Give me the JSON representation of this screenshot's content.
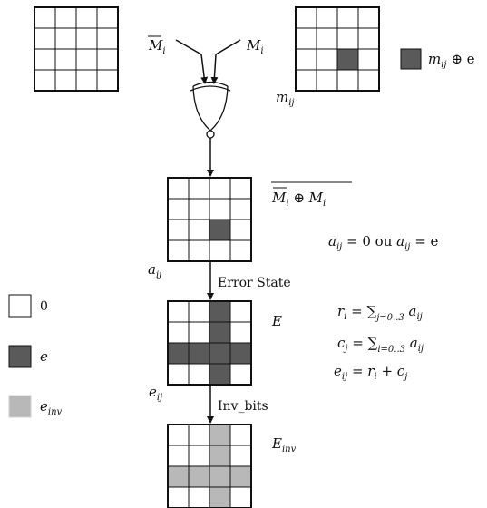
{
  "colors": {
    "zero": "#ffffff",
    "e": "#5a5a5a",
    "e_inv": "#b8b8b8",
    "line": "#111111"
  },
  "grids": {
    "mi": [
      [
        0,
        0,
        0,
        0
      ],
      [
        0,
        0,
        0,
        0
      ],
      [
        0,
        0,
        0,
        0
      ],
      [
        0,
        0,
        0,
        0
      ]
    ],
    "mij": [
      [
        0,
        0,
        0,
        0
      ],
      [
        0,
        0,
        0,
        0
      ],
      [
        0,
        0,
        1,
        0
      ],
      [
        0,
        0,
        0,
        0
      ]
    ],
    "xor": [
      [
        0,
        0,
        0,
        0
      ],
      [
        0,
        0,
        0,
        0
      ],
      [
        0,
        0,
        1,
        0
      ],
      [
        0,
        0,
        0,
        0
      ]
    ],
    "error_state": [
      [
        0,
        0,
        1,
        0
      ],
      [
        0,
        0,
        1,
        0
      ],
      [
        1,
        1,
        1,
        1
      ],
      [
        0,
        0,
        1,
        0
      ]
    ],
    "inverted": [
      [
        0,
        0,
        2,
        0
      ],
      [
        0,
        0,
        2,
        0
      ],
      [
        2,
        2,
        2,
        2
      ],
      [
        0,
        0,
        2,
        0
      ]
    ]
  },
  "labels": {
    "m_bar": "M",
    "m_bar_sub": "i",
    "m": "M",
    "m_sub": "i",
    "mij_base": "m",
    "mij_sub": "ij",
    "legend_mij": "m",
    "legend_mij_sub": "ij",
    "legend_mij_tail": " ⊕ e",
    "xor_eq_a": "M",
    "xor_eq_a_sub": "i",
    "xor_eq_op": " ⊕ ",
    "xor_eq_b": "M",
    "xor_eq_b_sub": "i",
    "aij_base": "a",
    "aij_sub": "ij",
    "aij_eq_1": "a",
    "aij_eq_1_sub": "ij",
    "aij_eq_mid": " = 0 ou ",
    "aij_eq_2": "a",
    "aij_eq_2_sub": "ij",
    "aij_eq_tail": " = e",
    "error_state": "Error State",
    "E": "E",
    "eij_base": "e",
    "eij_sub": "ij",
    "inv_bits": "Inv_bits",
    "E_inv": "E",
    "E_inv_sub": "inv"
  },
  "formulas": {
    "ri_lhs": "r",
    "ri_lhs_sub": "i",
    "ri_eq": " = ∑",
    "ri_range": "j=0..3",
    "ri_term": " a",
    "ri_term_sub": "ij",
    "cj_lhs": "c",
    "cj_lhs_sub": "j",
    "cj_eq": " = ∑",
    "cj_range": "i=0..3",
    "cj_term": " a",
    "cj_term_sub": "ij",
    "eij_lhs": "e",
    "eij_lhs_sub": "ij",
    "eij_eq": " = r",
    "eij_eq_sub": "i",
    "eij_plus": " + c",
    "eij_plus_sub": "j"
  },
  "legend": [
    {
      "symbol": "0",
      "state": 0
    },
    {
      "symbol": "e",
      "state": 1
    },
    {
      "symbol": "e",
      "symbol_sub": "inv",
      "state": 2
    }
  ]
}
